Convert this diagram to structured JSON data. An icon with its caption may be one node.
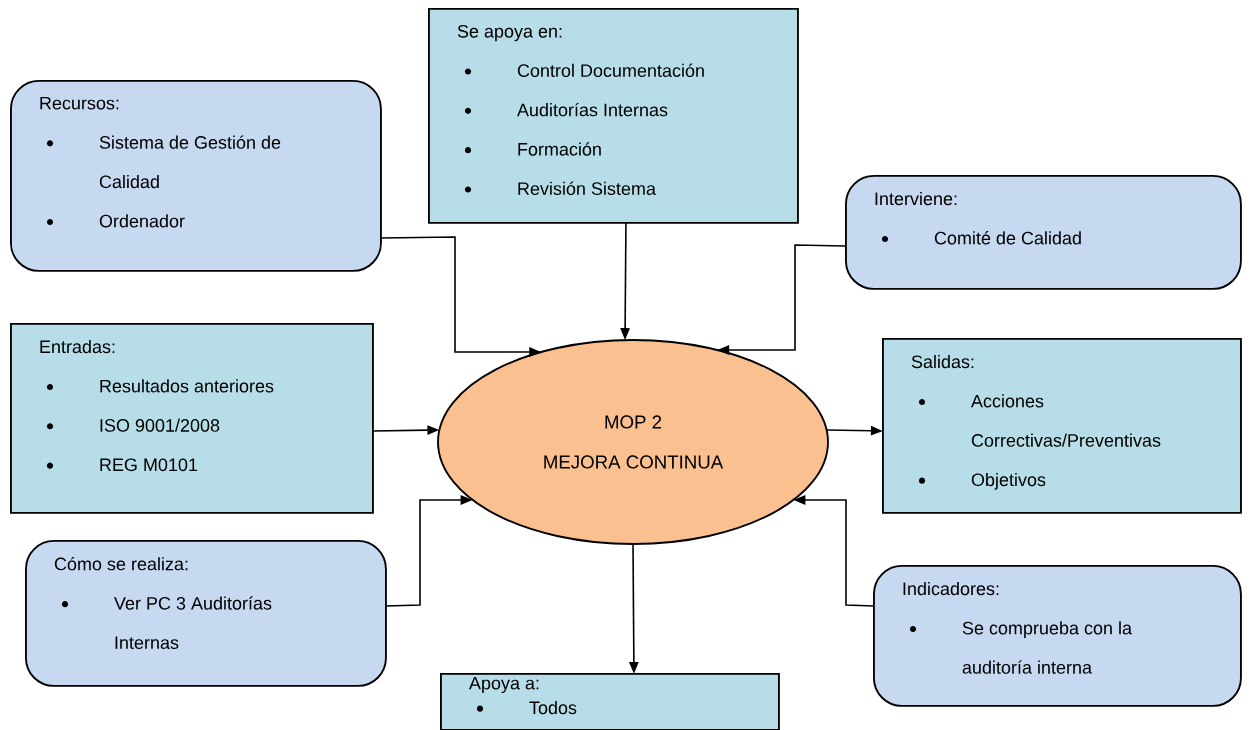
{
  "diagram": {
    "nodes": [
      {
        "text": [
          "Recursos:",
          "Sistema de Gestión de Calidad",
          "Ordenador"
        ]
      },
      {
        "text": [
          "Se apoya en:",
          "Control Documentación",
          "Auditorías Internas",
          "Formación",
          "Revisión Sistema"
        ]
      },
      {
        "text": [
          "Interviene:",
          "Comité de Calidad"
        ]
      },
      {
        "text": [
          "Entradas:",
          "Resultados anteriores",
          "ISO 9001/2008",
          "REG M0101"
        ]
      },
      {
        "text": [
          "MOP 2",
          "MEJORA CONTINUA"
        ]
      },
      {
        "text": [
          "Salidas:",
          "Acciones Correctivas/Preventivas",
          "Objetivos"
        ]
      },
      {
        "text": [
          "Cómo se realiza:",
          "Ver PC 3 Auditorías Internas"
        ]
      },
      {
        "text": [
          "Indicadores:",
          "Se comprueba con la auditoría interna"
        ]
      },
      {
        "text": [
          "Apoya a:",
          "Todos"
        ]
      }
    ],
    "edges": [
      {
        "from": 0,
        "to": 4,
        "arrow": "to"
      },
      {
        "from": 1,
        "to": 4,
        "arrow": "to"
      },
      {
        "from": 2,
        "to": 4,
        "arrow": "to"
      },
      {
        "from": 3,
        "to": 4,
        "arrow": "to"
      },
      {
        "from": 4,
        "to": 5,
        "arrow": "to"
      },
      {
        "from": 6,
        "to": 4,
        "arrow": "to"
      },
      {
        "from": 7,
        "to": 4,
        "arrow": "to"
      },
      {
        "from": 4,
        "to": 8,
        "arrow": "to"
      }
    ]
  }
}
